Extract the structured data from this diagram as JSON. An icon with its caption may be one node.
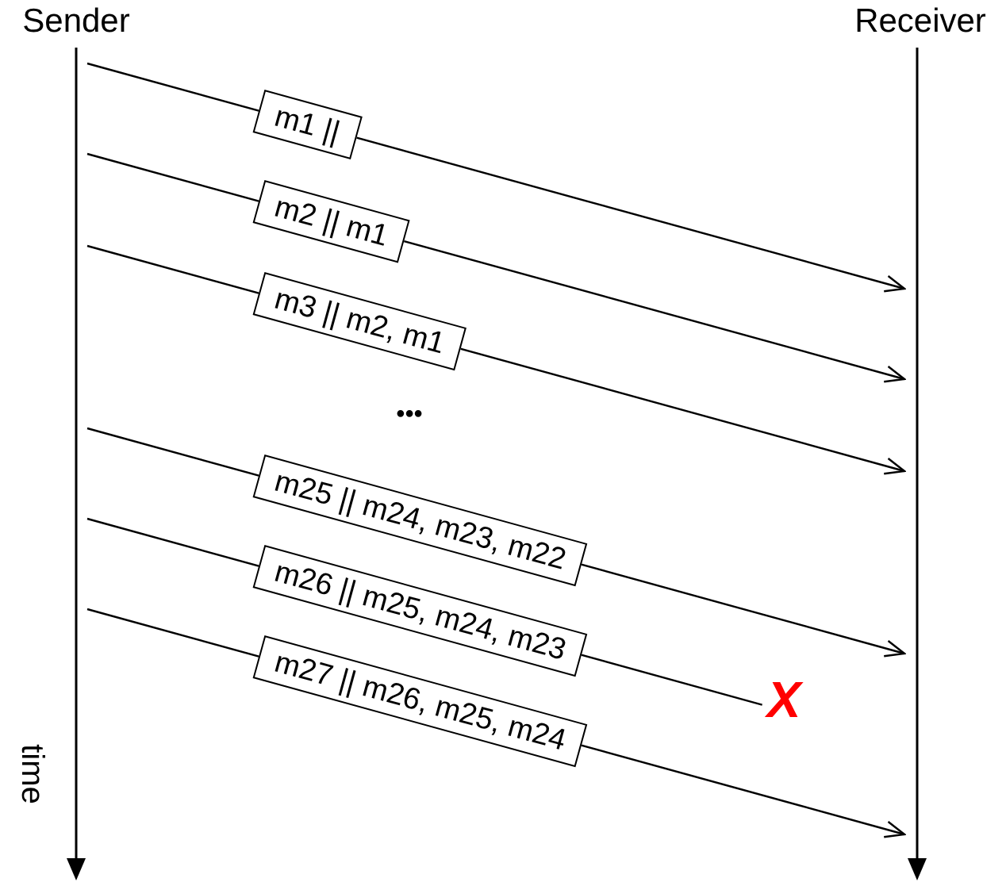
{
  "diagram": {
    "nodes": [
      {
        "text": [
          "Sender"
        ]
      },
      {
        "text": [
          "Receiver"
        ]
      },
      {
        "text": [
          "X"
        ]
      }
    ],
    "edges": [
      {
        "from": 0,
        "to": 1,
        "arrow": "to",
        "label": "m1 ||"
      },
      {
        "from": 0,
        "to": 1,
        "arrow": "to",
        "label": "m2 || m1"
      },
      {
        "from": 0,
        "to": 1,
        "arrow": "to",
        "label": "m3 || m2, m1"
      },
      {
        "from": 0,
        "to": 1,
        "arrow": "to",
        "label": "m25 || m24, m23, m22"
      },
      {
        "from": 0,
        "to": 2,
        "arrow": "none",
        "label": "m26 || m25, m24, m23"
      },
      {
        "from": 0,
        "to": 1,
        "arrow": "to",
        "label": "m27 || m26, m25, m24"
      }
    ],
    "labels": [
      "•••",
      "time"
    ]
  }
}
